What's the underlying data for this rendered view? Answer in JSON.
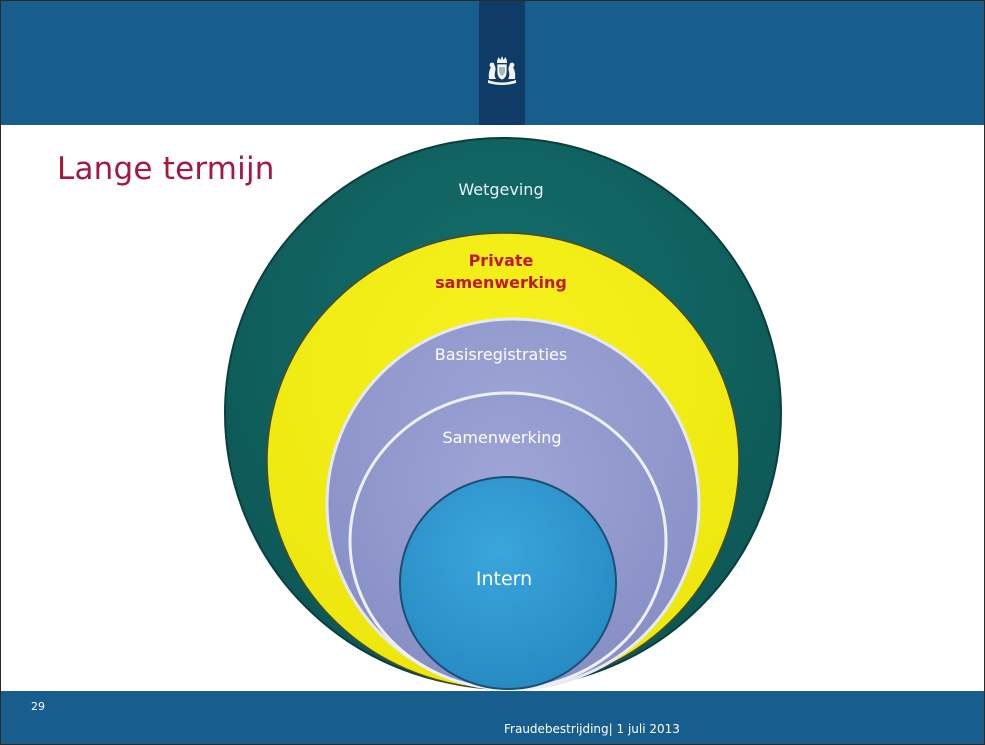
{
  "slide": {
    "title": "Lange termijn",
    "page_number": "29",
    "footer": "Fraudebestrijding| 1 juli 2013"
  },
  "diagram": {
    "rings": [
      {
        "label": "Wetgeving",
        "fill": "#10605e",
        "text_color": "#e8f1f2"
      },
      {
        "label_lines": [
          "Private",
          "samenwerking"
        ],
        "fill": "#f1ec14",
        "text_color": "#c0182e"
      },
      {
        "label": "Basisregistraties",
        "fill": "#8f97cc",
        "text_color": "#ffffff"
      },
      {
        "label": "Samenwerking",
        "fill": "#8f97cc",
        "text_color": "#ffffff"
      },
      {
        "label": "Intern",
        "fill": "#2e98d0",
        "text_color": "#ffffff"
      }
    ]
  },
  "colors": {
    "header_band": "#175e8f",
    "logo_tab": "#0e3c66",
    "title_color": "#a6193e"
  },
  "icons": {
    "logo": "royal-coat-of-arms"
  }
}
